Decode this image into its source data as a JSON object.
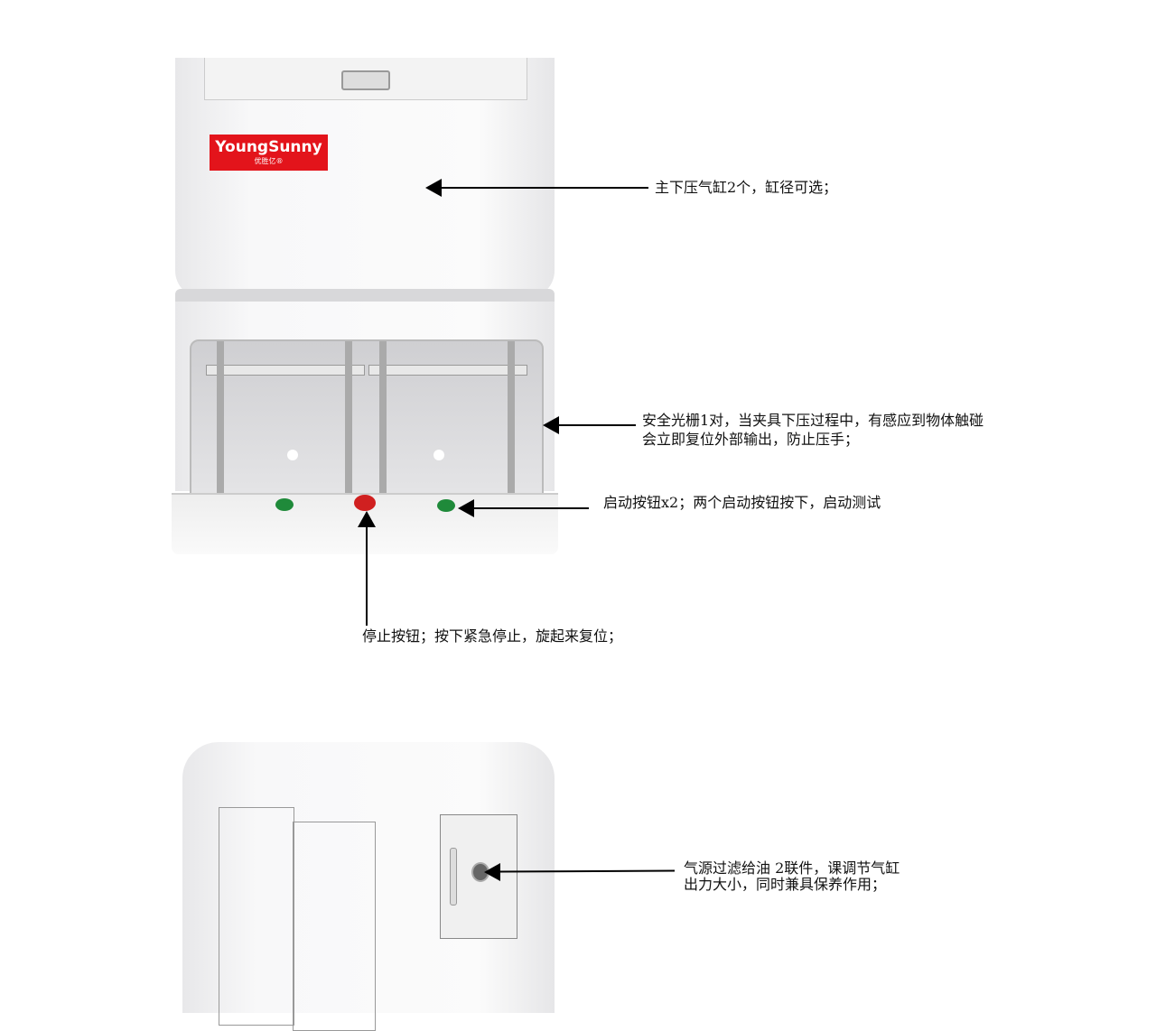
{
  "brand": {
    "name": "YoungSunny",
    "cn_name": "优胜亿®",
    "color": "#e3141b"
  },
  "annotations": {
    "cylinders": "主下压气缸2个，缸径可选；",
    "light_curtain_line1": "安全光栅1对，当夹具下压过程中，有感应到物体触碰",
    "light_curtain_line2": "会立即复位外部输出，防止压手；",
    "start_buttons": "启动按钮x2；两个启动按钮按下，启动测试",
    "stop_button": "停止按钮；按下紧急停止，旋起来复位；",
    "air_filter_line1": "气源过滤给油 2联件，课调节气缸",
    "air_filter_line2": "出力大小，同时兼具保养作用；"
  },
  "colors": {
    "start": "#1f8a3a",
    "stop": "#d02020"
  }
}
